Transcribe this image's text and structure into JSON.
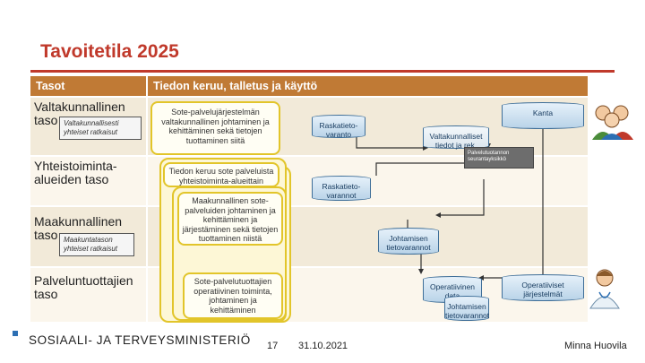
{
  "title": "Tavoitetila 2025",
  "table": {
    "header_left": "Tasot",
    "header_right": "Tiedon keruu, talletus ja käyttö",
    "levels": [
      {
        "line1": "Valtakunnallinen",
        "line2": "taso"
      },
      {
        "line1": "Yhteistoiminta-",
        "line2": "alueiden taso"
      },
      {
        "line1": "Maakunnallinen",
        "line2": "taso"
      },
      {
        "line1": "Palveluntuottajien",
        "line2": "taso"
      }
    ]
  },
  "notes": {
    "national": "Valtakunnallisesti yhteiset ratkaisut",
    "regional": "Maakuntatason yhteiset ratkaisut"
  },
  "boxes": {
    "national": "Sote-palvelujärjestelmän valtakunnallinen johtaminen ja kehittäminen sekä tietojen tuottaminen siitä",
    "cooperation": "Tiedon keruu sote palveluista yhteistoiminta-alueittain",
    "regional": "Maakunnallinen sote-palveluiden johtaminen ja kehittäminen ja järjestäminen sekä tietojen tuottaminen niistä",
    "provider": "Sote-palvelutuottajien operatiivinen toiminta, johtaminen ja kehittäminen"
  },
  "stores": {
    "national_reporting": "Raskatieto-varanto",
    "national_registers": "Valtakunnalliset tiedot ja rek.",
    "kanta": "Kanta",
    "cooperation_reporting": "Raskatieto-varannot",
    "management": "Johtamisen tietovarannot",
    "operational_data": "Operatiivinen data",
    "management_small": "Johtamisen tietovarannot",
    "operational_systems": "Operatiiviset järjestelmät"
  },
  "grey_label": "Palvelutuotannon seurantayksikkö",
  "footer": {
    "ministry": "SOSIAALI- JA TERVEYSMINISTERIÖ",
    "page": "17",
    "date": "31.10.2021",
    "author": "Minna Huovila"
  },
  "colors": {
    "title": "#c0392b",
    "header": "#c07a35",
    "box_border": "#e2c52a",
    "db": "#b9d3e8"
  }
}
